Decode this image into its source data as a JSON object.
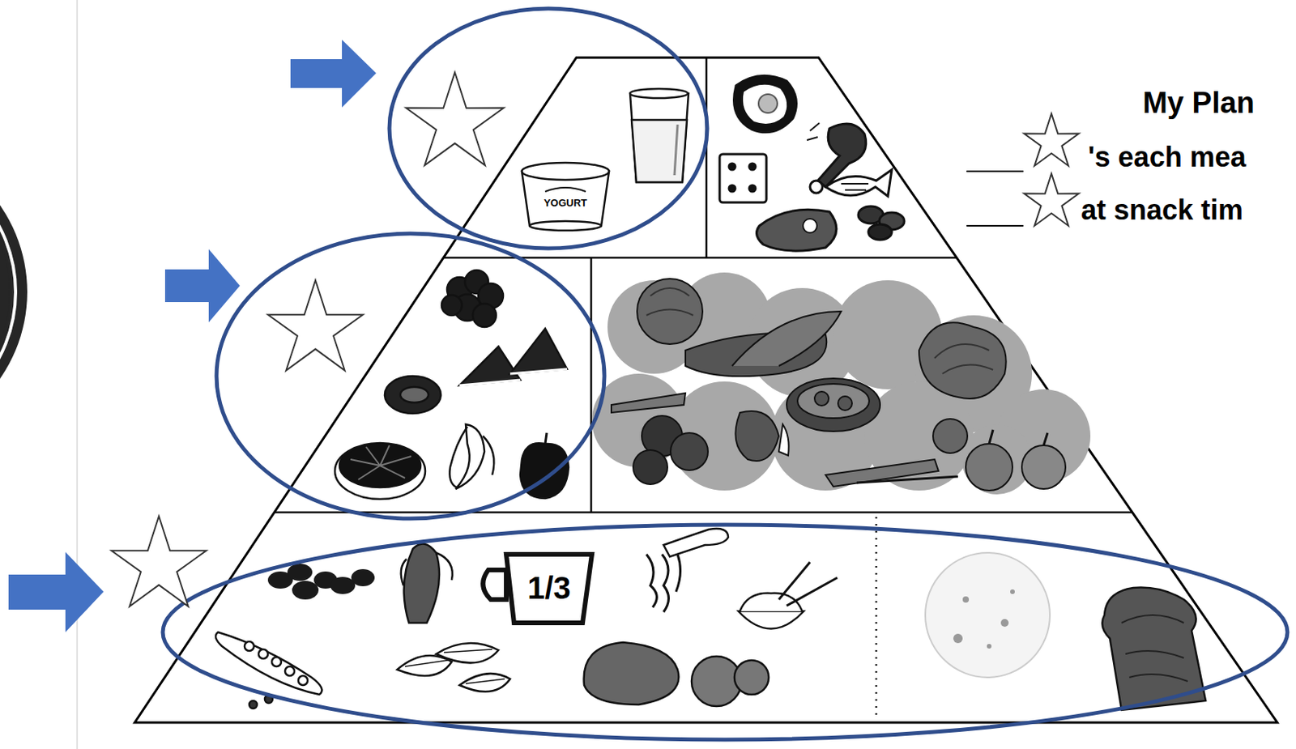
{
  "diagram": {
    "labels": [
      "My Plan",
      "'s each mea",
      "at snack tim",
      "YOGURT",
      "1/3"
    ]
  }
}
